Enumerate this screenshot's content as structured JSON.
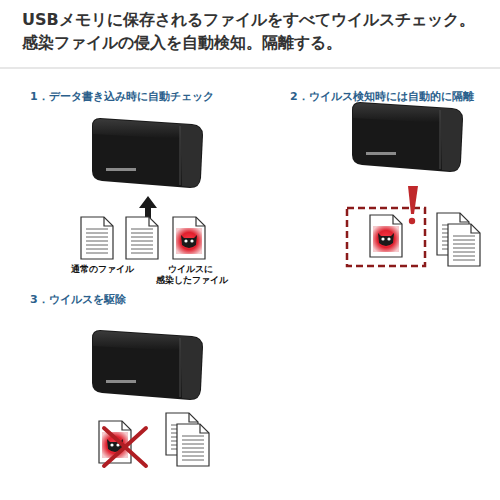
{
  "diagram": {
    "title": "USBメモリに保存されるファイルをすべてウイルスチェック。 感染ファイルの侵入を自動検知。隔離する。",
    "labels": [
      "1．データ書き込み時に自動チェック",
      "通常のファイル",
      "ウイルスに 感染したファイル",
      "2．ウイルス検知時には自動的に隔離",
      "3．ウイルスを駆除"
    ]
  }
}
